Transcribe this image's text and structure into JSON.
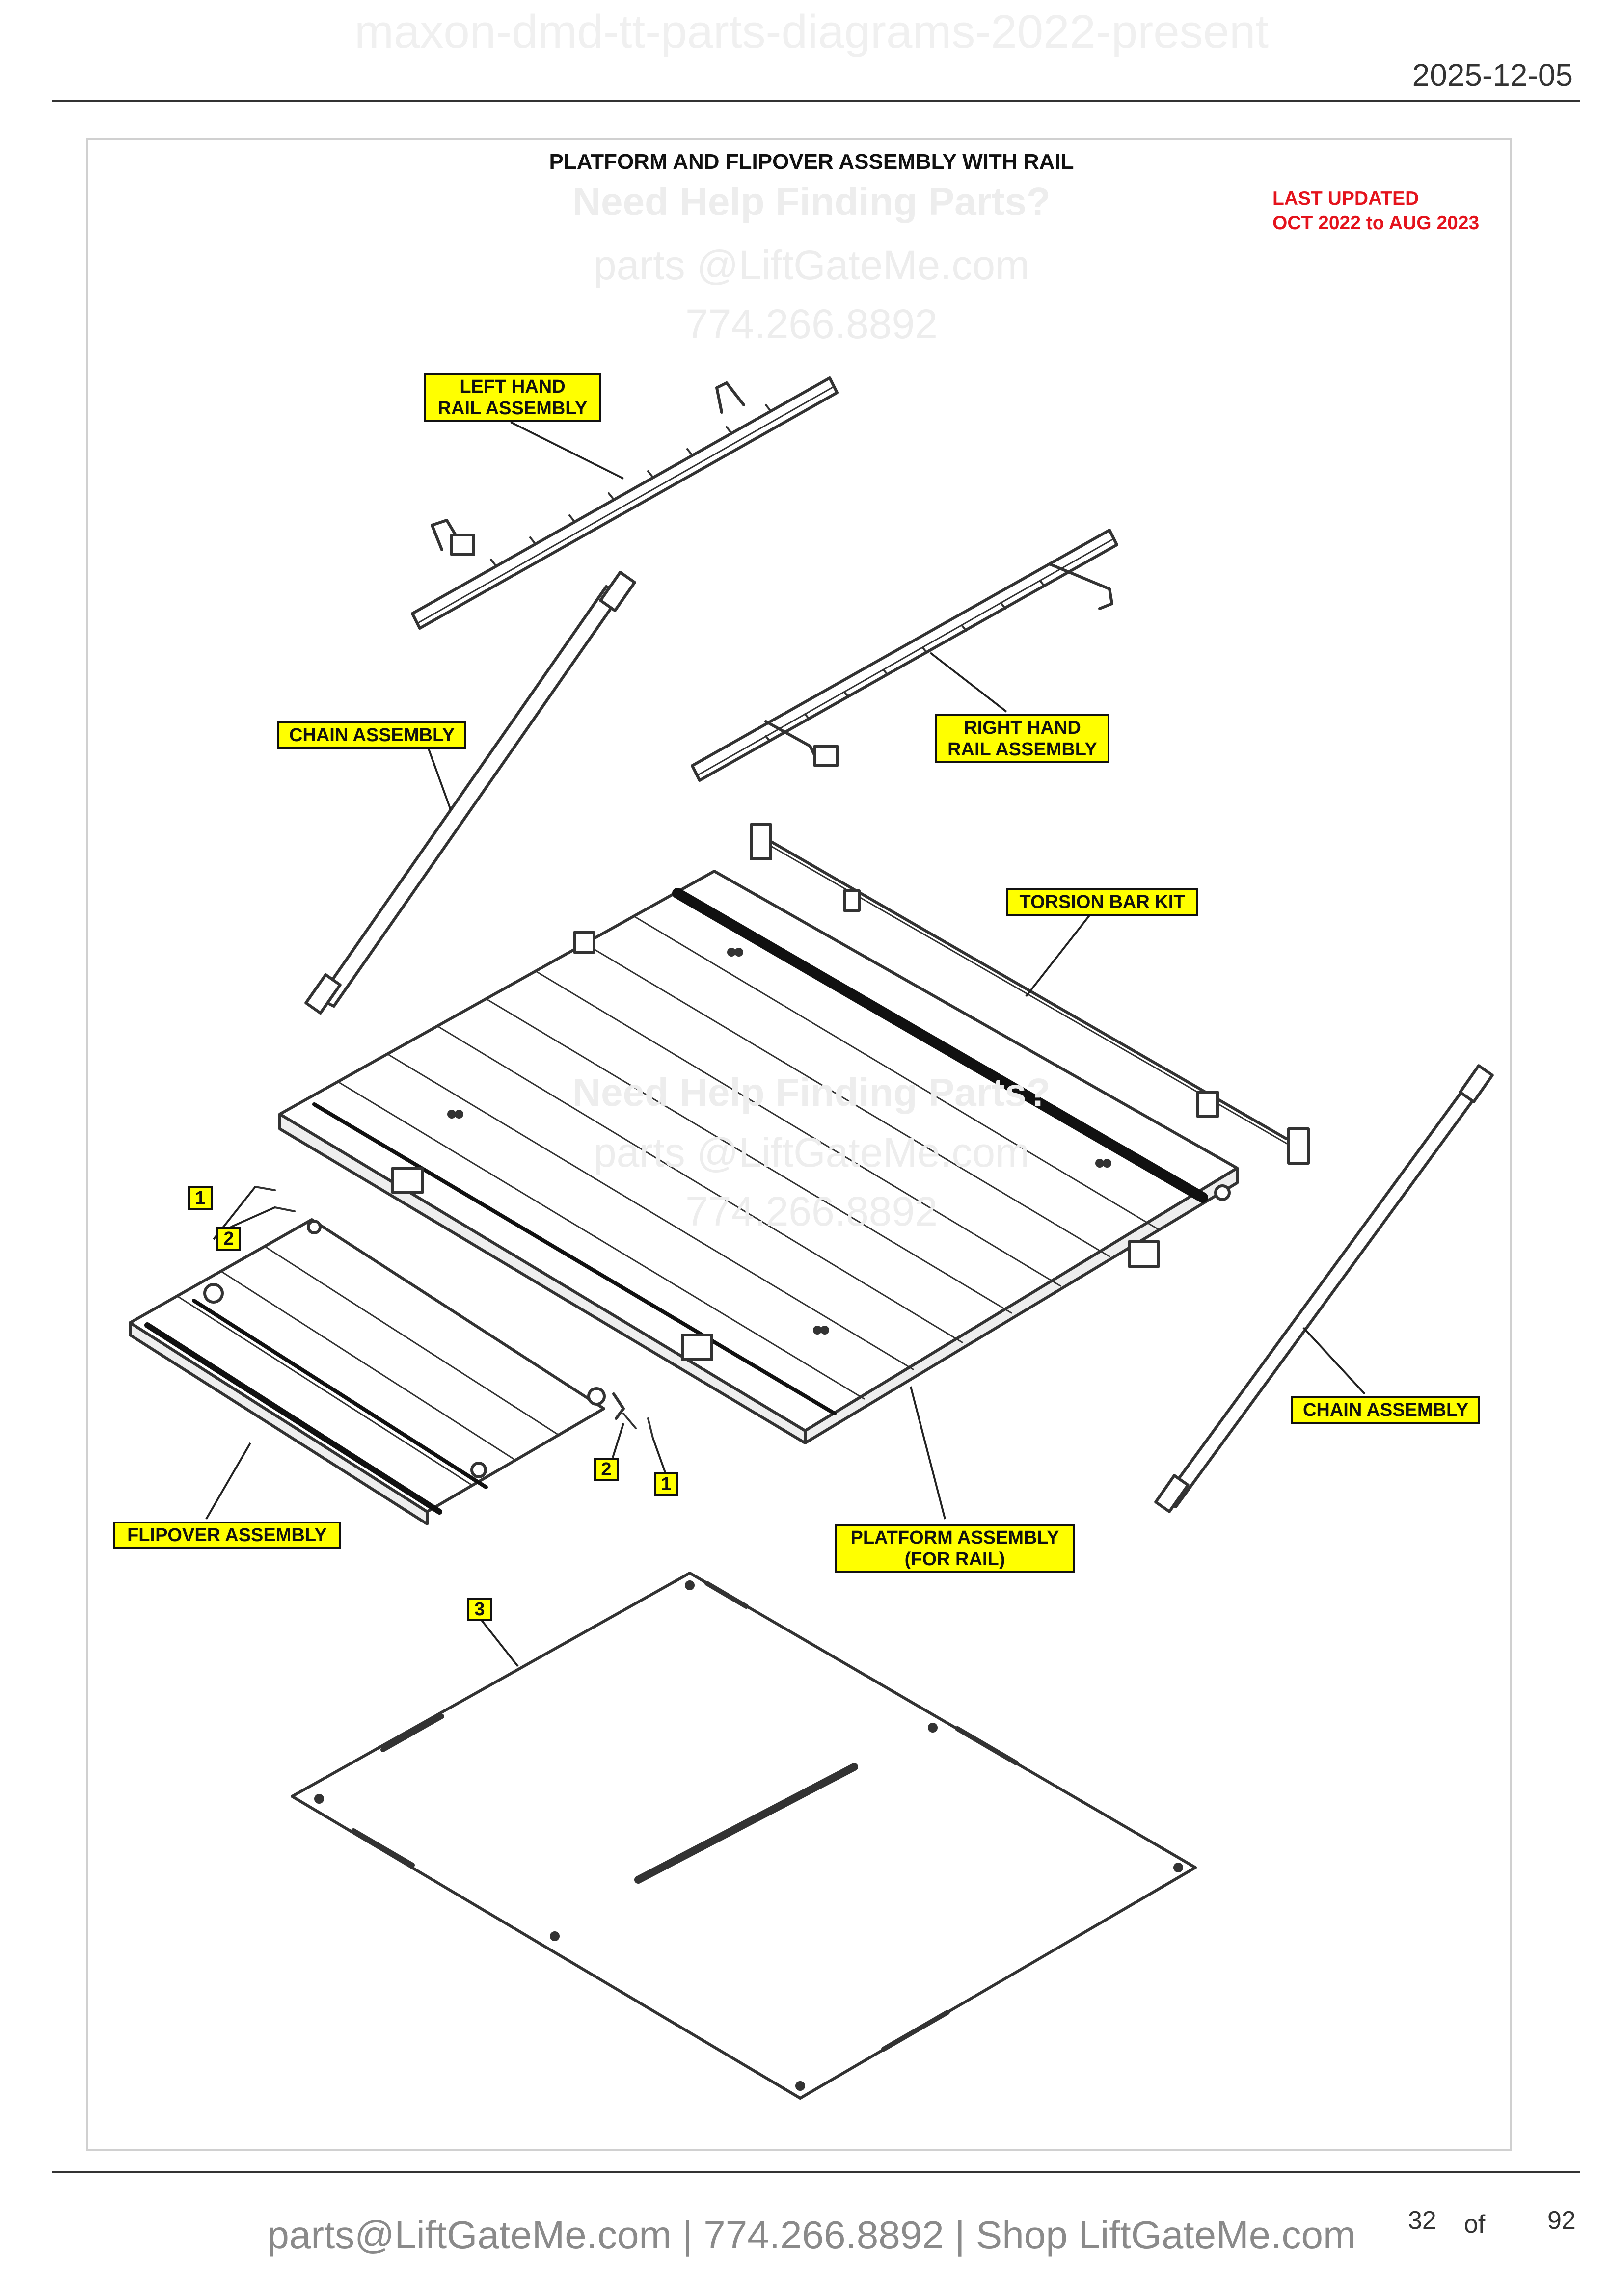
{
  "header": {
    "document_title": "maxon-dmd-tt-parts-diagrams-2022-present",
    "date": "2025-12-05"
  },
  "diagram": {
    "title": "PLATFORM AND FLIPOVER ASSEMBLY WITH RAIL",
    "last_updated_line1": "LAST UPDATED",
    "last_updated_line2": "OCT 2022 to AUG 2023",
    "callouts": {
      "left_hand_rail_line1": "LEFT HAND",
      "left_hand_rail_line2": "RAIL ASSEMBLY",
      "right_hand_rail_line1": "RIGHT HAND",
      "right_hand_rail_line2": "RAIL ASSEMBLY",
      "chain_assembly_left": "CHAIN ASSEMBLY",
      "chain_assembly_right": "CHAIN ASSEMBLY",
      "torsion_bar_kit": "TORSION BAR KIT",
      "flipover_assembly": "FLIPOVER ASSEMBLY",
      "platform_assembly_line1": "PLATFORM ASSEMBLY",
      "platform_assembly_line2": "(FOR RAIL)"
    },
    "item_numbers": {
      "a": "1",
      "b": "2",
      "c": "2",
      "d": "1",
      "e": "3"
    }
  },
  "watermark": {
    "help": "Need Help Finding Parts?",
    "email": "parts @LiftGateMe.com",
    "phone": "774.266.8892"
  },
  "footer": {
    "contact": "parts@LiftGateMe.com | 774.266.8892 | Shop LiftGateMe.com",
    "page_current": "32",
    "page_of": "of",
    "page_total": "92"
  }
}
